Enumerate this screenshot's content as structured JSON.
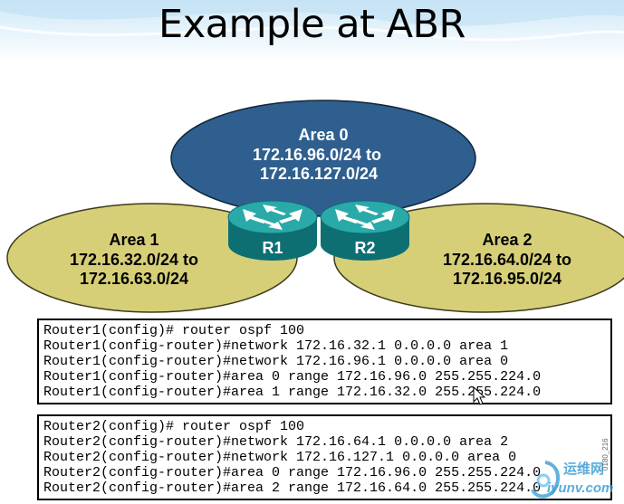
{
  "title": "Example at ABR",
  "areas": [
    {
      "id": "area0",
      "name": "Area 0",
      "range_line1": "172.16.96.0/24 to",
      "range_line2": "172.16.127.0/24",
      "color": "#2e5f8f"
    },
    {
      "id": "area1",
      "name": "Area 1",
      "range_line1": "172.16.32.0/24 to",
      "range_line2": "172.16.63.0/24",
      "color": "#d6cf78"
    },
    {
      "id": "area2",
      "name": "Area 2",
      "range_line1": "172.16.64.0/24 to",
      "range_line2": "172.16.95.0/24",
      "color": "#d6cf78"
    }
  ],
  "routers": [
    {
      "label": "R1"
    },
    {
      "label": "R2"
    }
  ],
  "router1_config": [
    "Router1(config)# router ospf 100",
    "Router1(config-router)#network 172.16.32.1 0.0.0.0 area 1",
    "Router1(config-router)#network 172.16.96.1 0.0.0.0 area 0",
    "Router1(config-router)#area 0 range 172.16.96.0 255.255.224.0",
    "Router1(config-router)#area 1 range 172.16.32.0 255.255.224.0"
  ],
  "router2_config": [
    "Router2(config)# router ospf 100",
    "Router2(config-router)#network 172.16.64.1 0.0.0.0 area 2",
    "Router2(config-router)#network 172.16.127.1 0.0.0.0 area 0",
    "Router2(config-router)#area 0 range 172.16.96.0 255.255.224.0",
    "Router2(config-router)#area 2 range 172.16.64.0 255.255.224.0"
  ],
  "watermark": {
    "cn": "运维网",
    "en": "iyunv.com"
  },
  "slide_code": "0180_216",
  "colors": {
    "router": "#2aa9a9",
    "router_dark": "#0e6f73",
    "area0": "#2e5f8f",
    "area_outer": "#d6cf78"
  }
}
